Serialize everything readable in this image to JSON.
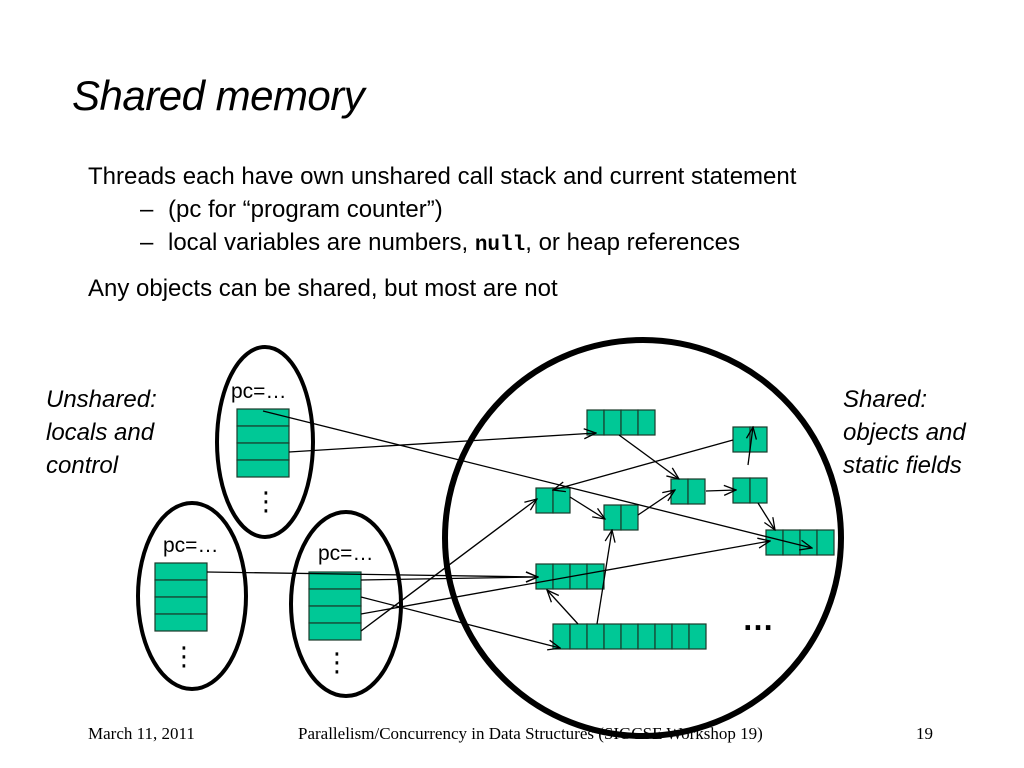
{
  "slide": {
    "title": "Shared memory",
    "bullets": {
      "main1": "Threads each have own unshared call stack and current statement",
      "sub1": "(pc for “program counter”)",
      "sub2_before": "local variables are numbers, ",
      "sub2_code": "null",
      "sub2_after": ", or heap references",
      "dash": "–",
      "main2": "Any objects can be shared, but most are not"
    },
    "labels": {
      "unshared": [
        "Unshared:",
        "locals and",
        "control"
      ],
      "shared": [
        "Shared:",
        "objects and",
        "static fields"
      ]
    },
    "diagram": {
      "cell_color": "#00c896",
      "threads": [
        {
          "pc_label": "pc=…",
          "stack_cells": 4,
          "more": "⋮"
        },
        {
          "pc_label": "pc=…",
          "stack_cells": 4,
          "more": "⋮"
        },
        {
          "pc_label": "pc=…",
          "stack_cells": 4,
          "more": "⋮"
        }
      ],
      "heap_objects": [
        {
          "id": "A",
          "fields": 4
        },
        {
          "id": "B",
          "fields": 2
        },
        {
          "id": "C",
          "fields": 2
        },
        {
          "id": "D",
          "fields": 2
        },
        {
          "id": "E",
          "fields": 2
        },
        {
          "id": "F",
          "fields": 2
        },
        {
          "id": "G",
          "fields": 4
        },
        {
          "id": "H",
          "fields": 4
        },
        {
          "id": "I",
          "fields": 9
        }
      ],
      "heap_more": "…"
    },
    "footer": {
      "date": "March 11, 2011",
      "center": "Parallelism/Concurrency in Data Structures (SIGCSE Workshop 19)",
      "page": "19"
    }
  }
}
